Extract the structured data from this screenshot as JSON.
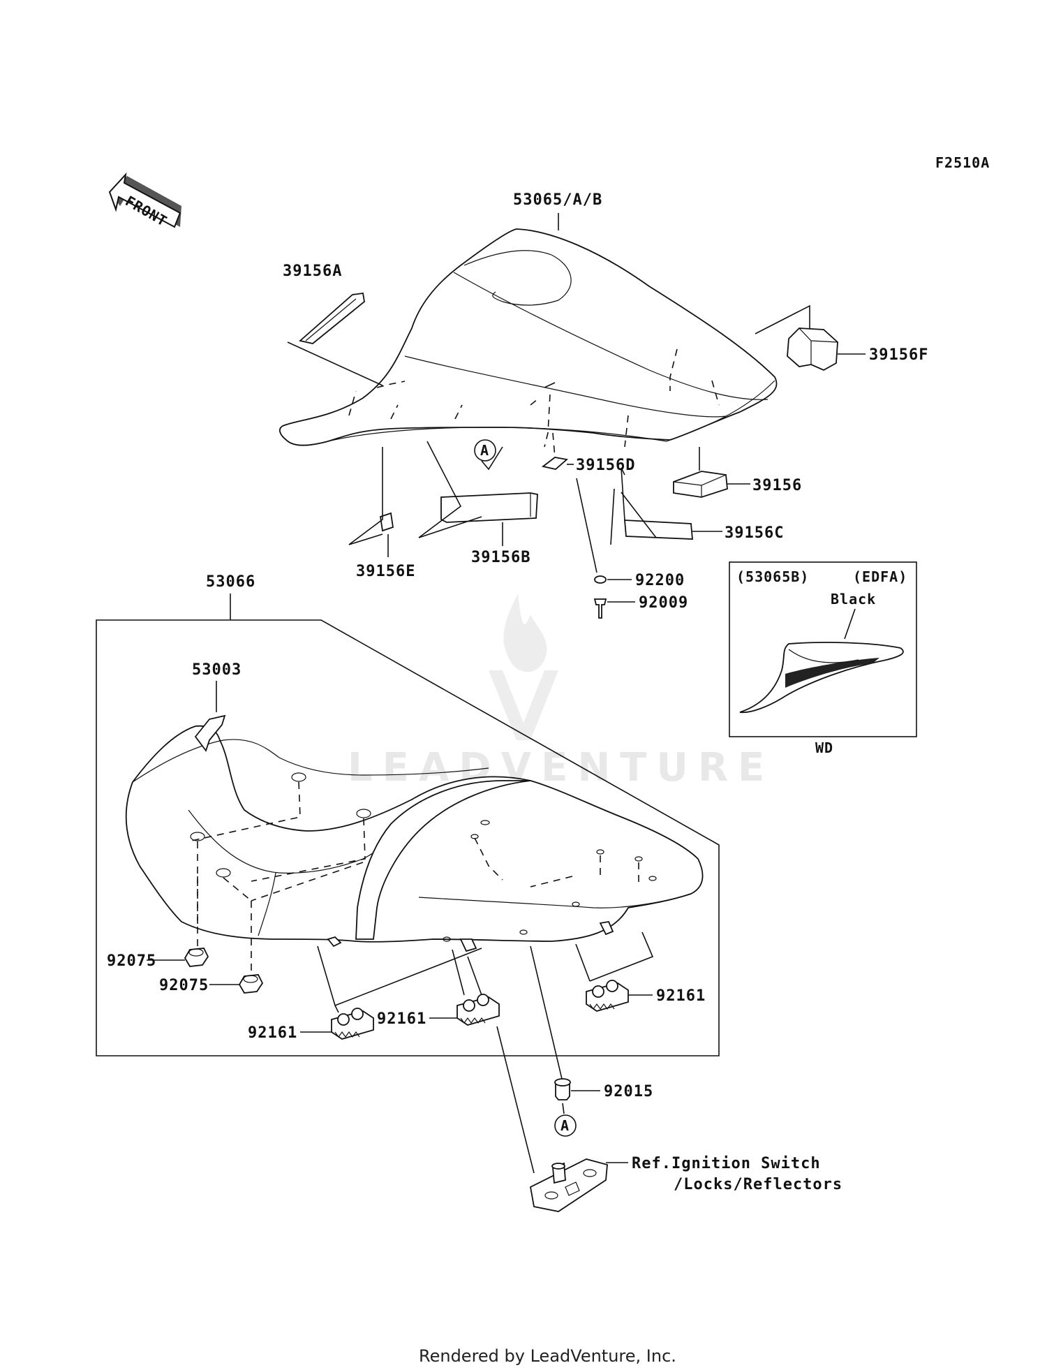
{
  "diagram_code": "F2510A",
  "front_arrow": "FRONT",
  "labels": {
    "p53065": "53065/A/B",
    "p39156A": "39156A",
    "p39156F": "39156F",
    "p39156D": "39156D",
    "p39156": "39156",
    "p39156C": "39156C",
    "p39156B": "39156B",
    "p39156E": "39156E",
    "p92200": "92200",
    "p92009": "92009",
    "p53066": "53066",
    "p53003": "53003",
    "p92075a": "92075",
    "p92075b": "92075",
    "p92161a": "92161",
    "p92161b": "92161",
    "p92161c": "92161",
    "p92015": "92015",
    "ref_line1": "Ref.Ignition Switch",
    "ref_line2": "/Locks/Reflectors",
    "callout_a1": "A",
    "callout_a2": "A"
  },
  "inset": {
    "part": "(53065B)",
    "code": "(EDFA)",
    "color": "Black",
    "caption": "WD"
  },
  "watermark": "LEADVENTURE",
  "footer": "Rendered by LeadVenture, Inc."
}
